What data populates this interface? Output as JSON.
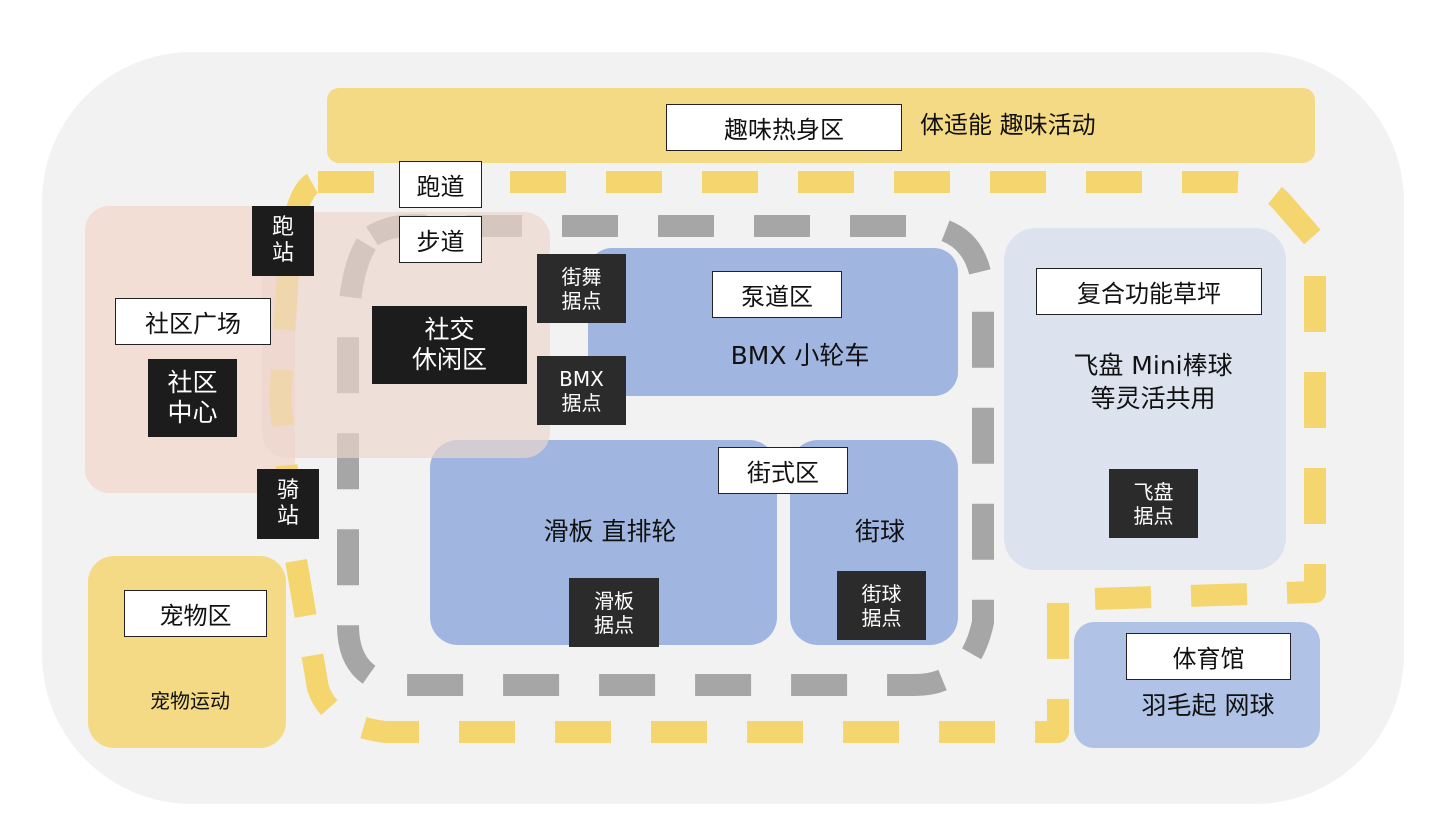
{
  "colors": {
    "background": "#f2f2f2",
    "yellow": "#f4da85",
    "yellow_path": "#f5d66e",
    "blue": "#a0b6e0",
    "light_blue": "#dce3ef",
    "peach": "#f2ded5",
    "gray_path": "#a6a6a6",
    "black_label": "#1c1c1c"
  },
  "warmup": {
    "label": "趣味热身区",
    "desc": "体适能 趣味活动"
  },
  "track": {
    "runway_label": "跑道",
    "walkway_label": "步道"
  },
  "stations": {
    "run": "跑\n站",
    "ride": "骑\n站"
  },
  "community": {
    "plaza_label": "社区广场",
    "center_label": "社区\n中心",
    "social_label": "社交\n休闲区"
  },
  "pump": {
    "label": "泵道区",
    "desc": "BMX  小轮车",
    "dance_point": "街舞\n据点",
    "bmx_point": "BMX\n据点"
  },
  "street": {
    "label": "街式区",
    "skate_desc": "滑板 直排轮",
    "skate_point": "滑板\n据点",
    "ball_desc": "街球",
    "ball_point": "街球\n据点"
  },
  "lawn": {
    "label": "复合功能草坪",
    "desc": "飞盘 Mini棒球\n等灵活共用",
    "frisbee_point": "飞盘\n据点"
  },
  "pet": {
    "label": "宠物区",
    "desc": "宠物运动"
  },
  "gym": {
    "label": "体育馆",
    "desc": "羽毛起 网球"
  }
}
